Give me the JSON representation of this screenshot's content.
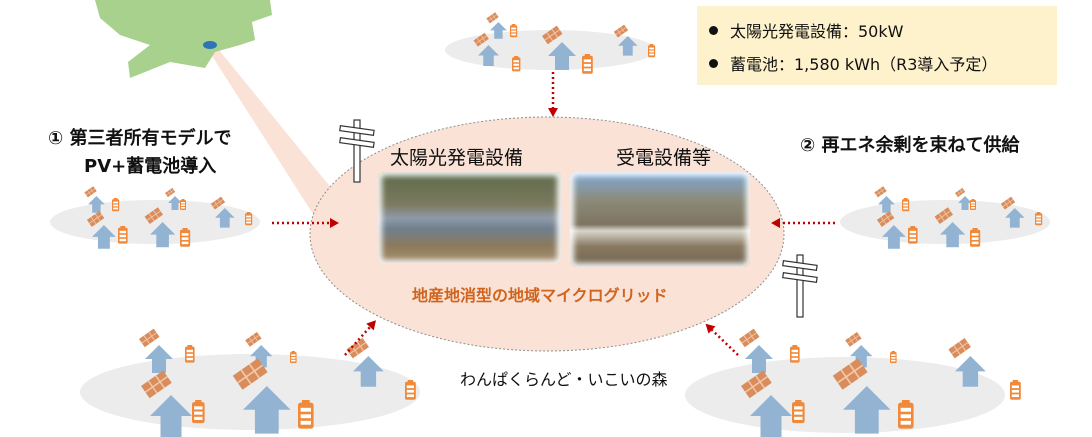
{
  "info_box": {
    "items": [
      "太陽光発電設備：50kW",
      "蓄電池：1,580 kWh（R3導入予定）"
    ]
  },
  "left_caption": {
    "line1": "① 第三者所有モデルで",
    "line2": "PV+蓄電池導入"
  },
  "right_caption": "② 再エネ余剰を束ねて供給",
  "center": {
    "photo_left_label": "太陽光発電設備",
    "photo_right_label": "受電設備等",
    "title": "地産地消型の地域マイクログリッド"
  },
  "location_label": "わんぱくらんど・いこいの森",
  "colors": {
    "house": "#93b3d2",
    "panel": "#d98d5c",
    "battery": "#f0893a",
    "arrow": "#c00000",
    "ellipse": "#fae3d6",
    "title": "#d0641e",
    "map": "#a9d18e",
    "infobox": "#fef2cc"
  }
}
